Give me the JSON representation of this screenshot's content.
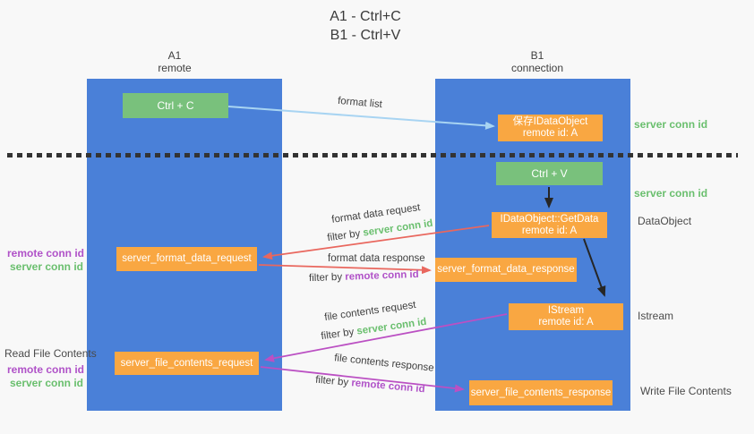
{
  "title": {
    "line1": "A1 - Ctrl+C",
    "line2": "B1 - Ctrl+V"
  },
  "lanes": {
    "left": {
      "title": "A1",
      "subtitle": "remote"
    },
    "right": {
      "title": "B1",
      "subtitle": "connection"
    }
  },
  "boxes": {
    "ctrl_c": "Ctrl + C",
    "save_dataobject": {
      "line1": "保存IDataObject",
      "line2": "remote id: A"
    },
    "ctrl_v": "Ctrl + V",
    "getdata": {
      "line1": "IDataObject::GetData",
      "line2": "remote id: A"
    },
    "format_request": "server_format_data_request",
    "format_response": "server_format_data_response",
    "istream": {
      "line1": "IStream",
      "line2": "remote id: A"
    },
    "file_request": "server_file_contents_request",
    "file_response": "server_file_contents_response"
  },
  "side_labels": {
    "server_conn_id_top": "server conn id",
    "server_conn_id_mid": "server conn id",
    "dataobject": "DataObject",
    "istream": "Istream",
    "write_file_contents": "Write File Contents",
    "read_file_contents": "Read File Contents",
    "remote_conn_id_upper": "remote conn id",
    "server_conn_id_upper": "server conn id",
    "remote_conn_id_lower": "remote conn id",
    "server_conn_id_lower": "server conn id"
  },
  "arrow_labels": {
    "format_list": "format list",
    "format_data_request": "format data request",
    "format_data_request_filter": {
      "prefix": "filter by",
      "value": "server conn id"
    },
    "format_data_response": "format data response",
    "format_data_response_filter": {
      "prefix": "filter by",
      "value": "remote conn id"
    },
    "file_contents_request": "file contents request",
    "file_contents_request_filter": {
      "prefix": "filter by",
      "value": "server conn id"
    },
    "file_contents_response": "file contents response",
    "file_contents_response_filter": {
      "prefix": "filter by",
      "value": "remote conn id"
    }
  },
  "colors": {
    "lane_blue": "#4a80d8",
    "box_green": "#79c17c",
    "box_orange": "#f9a742",
    "arrow_light_blue": "#a8d4f2",
    "arrow_red": "#e9675e",
    "arrow_magenta": "#bb50c3",
    "arrow_black": "#262626",
    "text_green": "#6abf6e",
    "text_purple": "#b052c8",
    "text_gray": "#4a4a4a"
  }
}
